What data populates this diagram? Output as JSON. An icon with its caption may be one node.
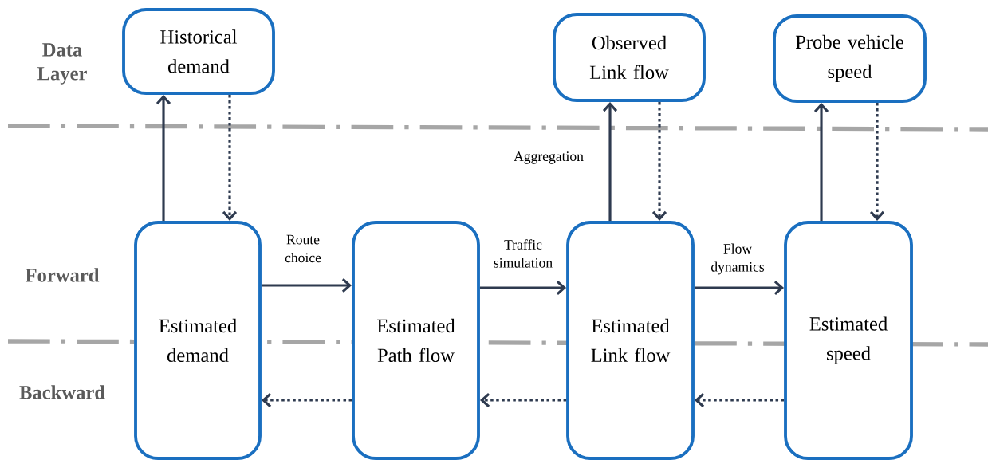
{
  "diagram": {
    "nodes": [
      {
        "text": [
          "Historical demand"
        ]
      },
      {
        "text": [
          "Observed Link flow"
        ]
      },
      {
        "text": [
          "Probe vehicle speed"
        ]
      },
      {
        "text": [
          "Estimated demand"
        ]
      },
      {
        "text": [
          "Estimated Path flow"
        ]
      },
      {
        "text": [
          "Estimated Link flow"
        ]
      },
      {
        "text": [
          "Estimated speed"
        ]
      }
    ],
    "edges": [
      {
        "from": 3,
        "to": 0,
        "arrow": "to"
      },
      {
        "from": 0,
        "to": 3,
        "arrow": "to",
        "style": "dashed"
      },
      {
        "from": 5,
        "to": 1,
        "arrow": "to",
        "label": "Aggregation"
      },
      {
        "from": 1,
        "to": 5,
        "arrow": "to",
        "style": "dashed"
      },
      {
        "from": 6,
        "to": 2,
        "arrow": "to"
      },
      {
        "from": 2,
        "to": 6,
        "arrow": "to",
        "style": "dashed"
      },
      {
        "from": 3,
        "to": 4,
        "arrow": "to",
        "label": "Route choice"
      },
      {
        "from": 4,
        "to": 5,
        "arrow": "to",
        "label": "Traffic simulation"
      },
      {
        "from": 5,
        "to": 6,
        "arrow": "to",
        "label": "Flow dynamics"
      },
      {
        "from": 4,
        "to": 3,
        "arrow": "to",
        "style": "dashed"
      },
      {
        "from": 5,
        "to": 4,
        "arrow": "to",
        "style": "dashed"
      },
      {
        "from": 6,
        "to": 5,
        "arrow": "to",
        "style": "dashed"
      }
    ],
    "labels": [
      "Data Layer",
      "Forward",
      "Backward"
    ]
  }
}
